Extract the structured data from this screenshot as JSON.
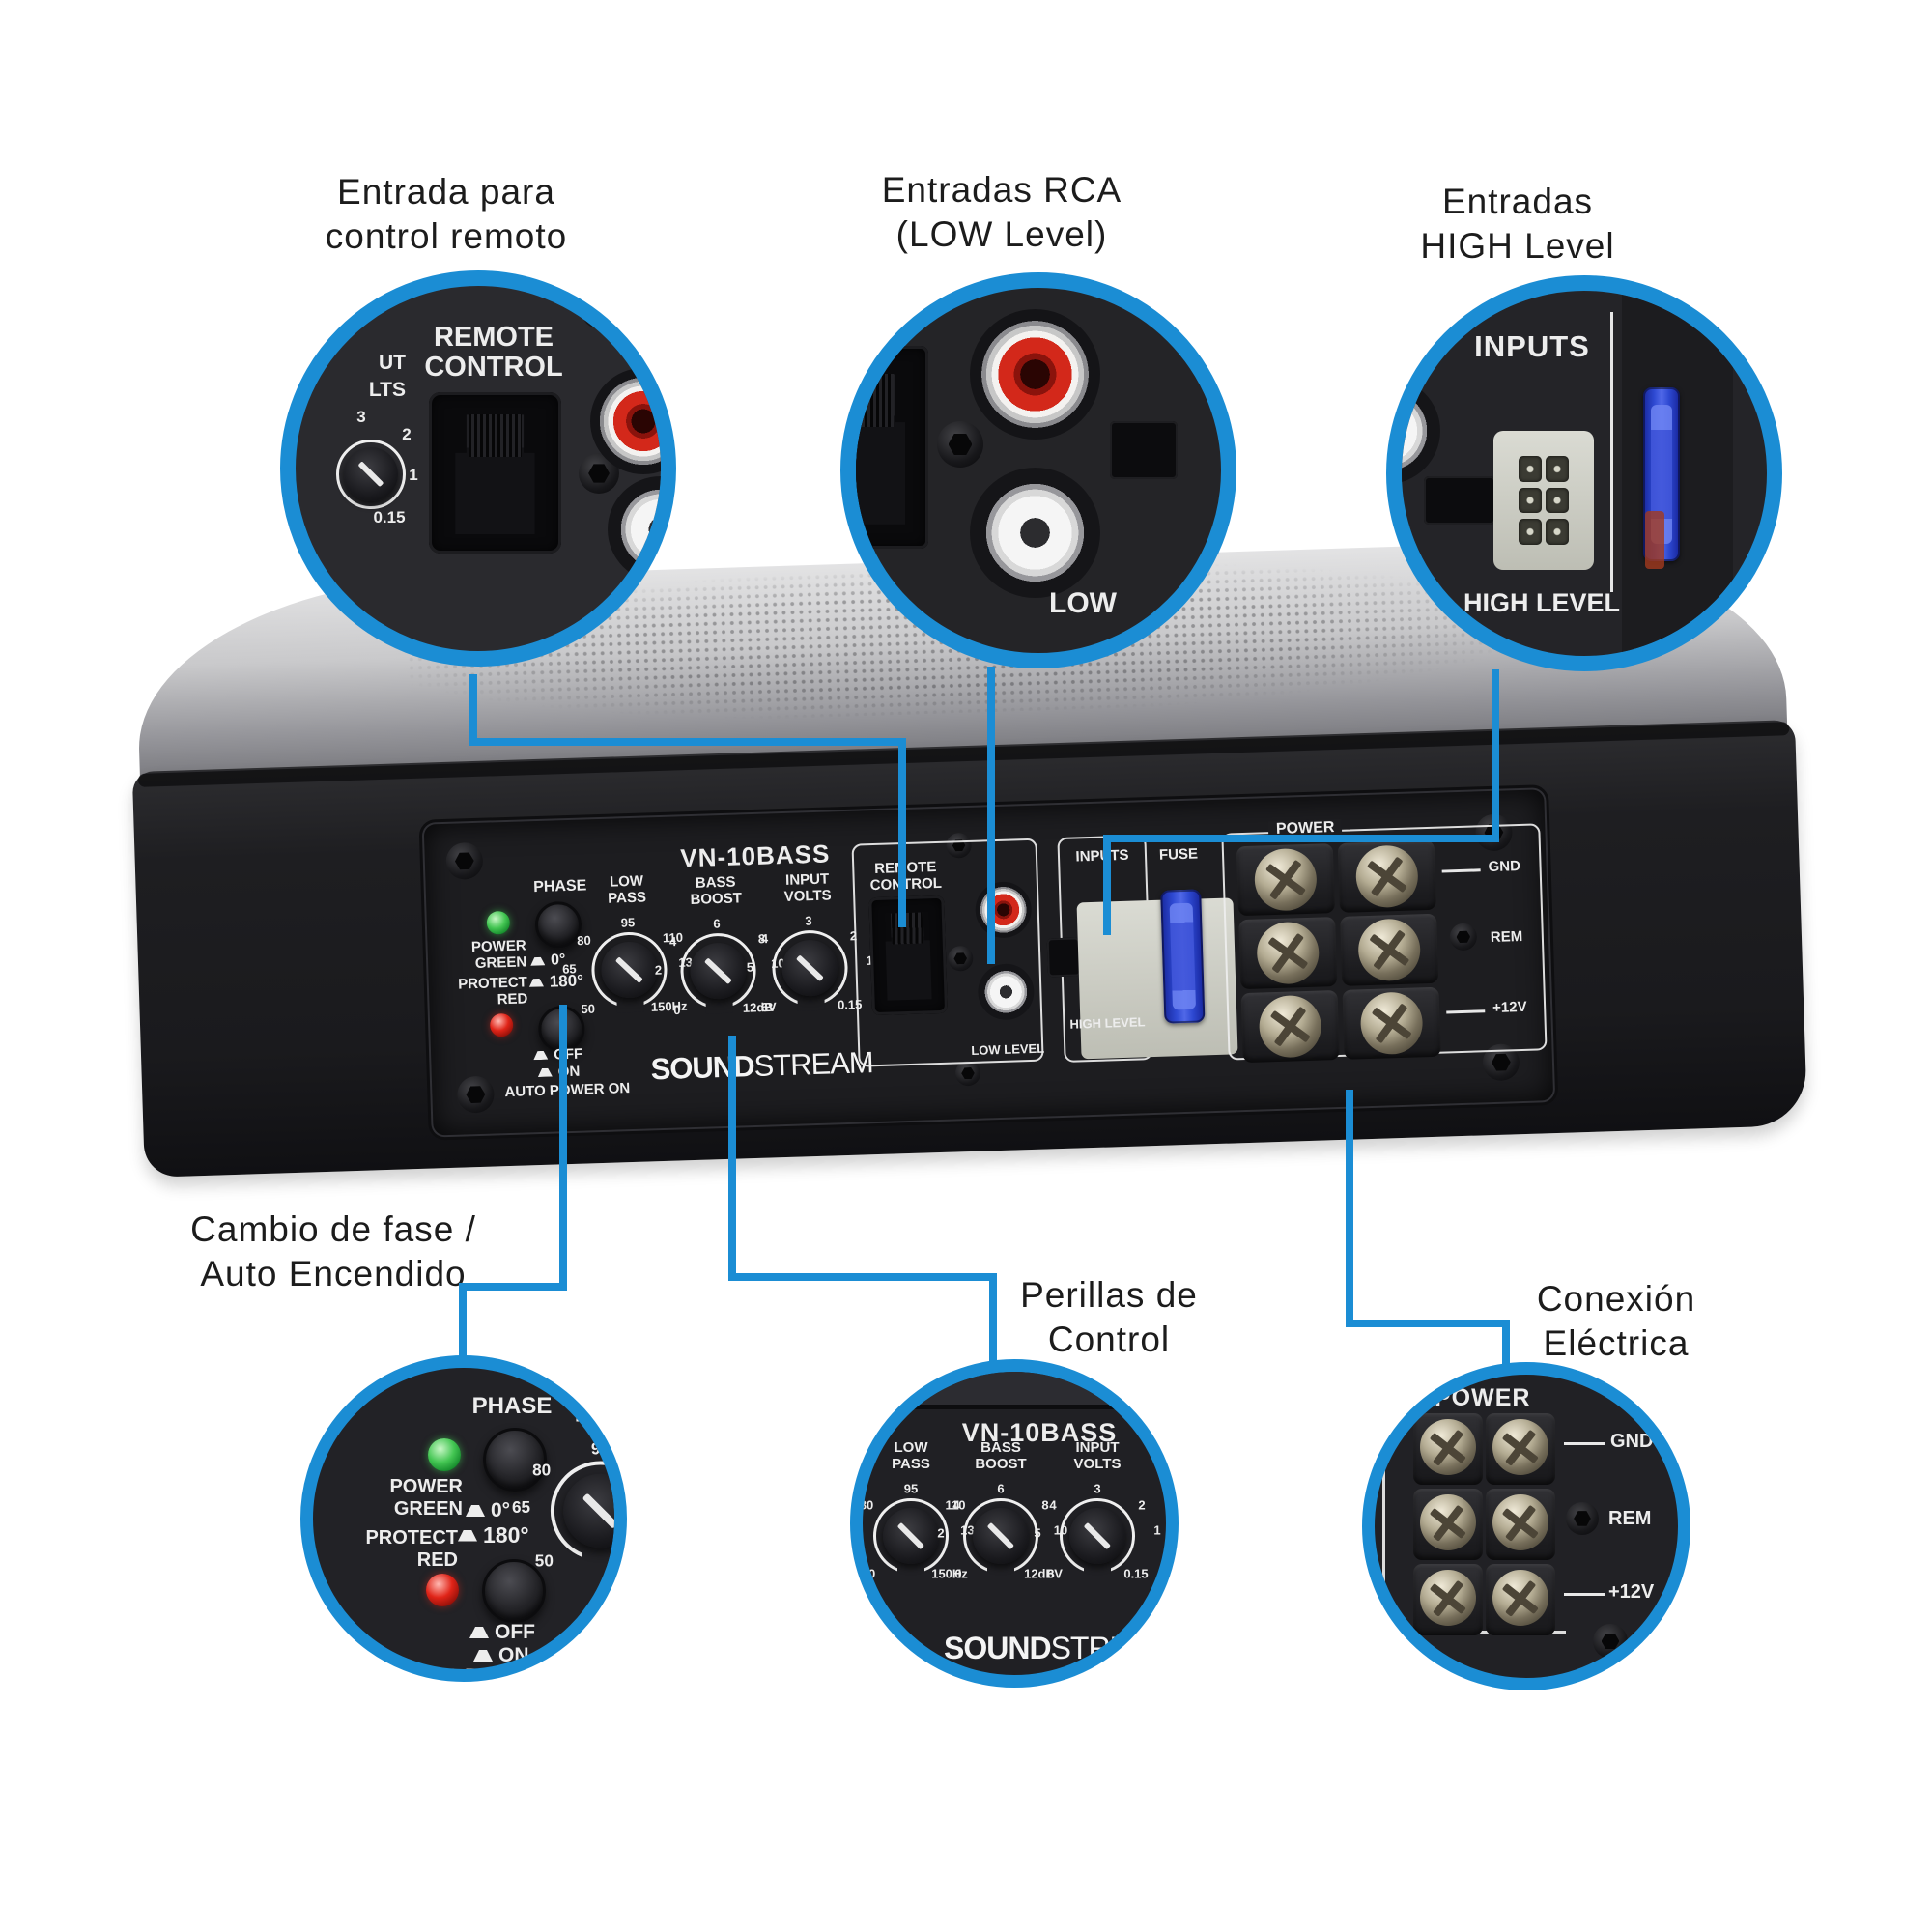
{
  "accent_color": "#1b8dd4",
  "callouts": {
    "remote_input": {
      "line1": "Entrada para",
      "line2": "control remoto"
    },
    "rca_low": {
      "line1": "Entradas RCA",
      "line2": "(LOW Level)"
    },
    "high_level": {
      "line1": "Entradas",
      "line2": "HIGH Level"
    },
    "phase_auto": {
      "line1": "Cambio de fase /",
      "line2": "Auto Encendido"
    },
    "control_knobs": {
      "line1": "Perillas de",
      "line2": "Control"
    },
    "electrical": {
      "line1": "Conexión",
      "line2": "Eléctrica"
    }
  },
  "panel": {
    "model": "VN-10BASS",
    "brand_bold": "SOUND",
    "brand_rest": "STREAM",
    "phase": "PHASE",
    "power_led_l1": "POWER",
    "power_led_l2": "GREEN",
    "protect_led_l1": "PROTECT",
    "protect_led_l2": "RED",
    "deg_0": "0°",
    "deg_180": "180°",
    "off": "OFF",
    "on": "ON",
    "auto_power": "AUTO POWER ON",
    "remote_l1": "REMOTE",
    "remote_l2": "CONTROL",
    "inputs": "INPUTS",
    "high_level": "HIGH LEVEL",
    "low_level": "LOW LEVEL",
    "fuse": "FUSE",
    "power": "POWER",
    "gnd": "GND",
    "rem": "REM",
    "plus12v": "+12V"
  },
  "knobs": {
    "low_pass": {
      "label_l1": "LOW",
      "label_l2": "PASS",
      "ticks": {
        "top": "95",
        "tl": "80",
        "tr": "110",
        "l": "65",
        "r": "130",
        "bl": "50",
        "br": "150Hz"
      }
    },
    "bass_boost": {
      "label_l1": "BASS",
      "label_l2": "BOOST",
      "ticks": {
        "top": "6",
        "tl": "4",
        "tr": "8",
        "l": "2",
        "r": "10",
        "bl": "0",
        "br": "12dB"
      }
    },
    "input_volts": {
      "label_l1": "INPUT",
      "label_l2": "VOLTS",
      "ticks": {
        "top": "3",
        "tl": "4",
        "tr": "2",
        "l": "5",
        "r": "1",
        "bl": "6V",
        "br": "0.15"
      }
    }
  },
  "zoom_partials": {
    "volts_cut_l1": "UT",
    "volts_cut_l2": "LTS",
    "low_cut": "LOW"
  }
}
